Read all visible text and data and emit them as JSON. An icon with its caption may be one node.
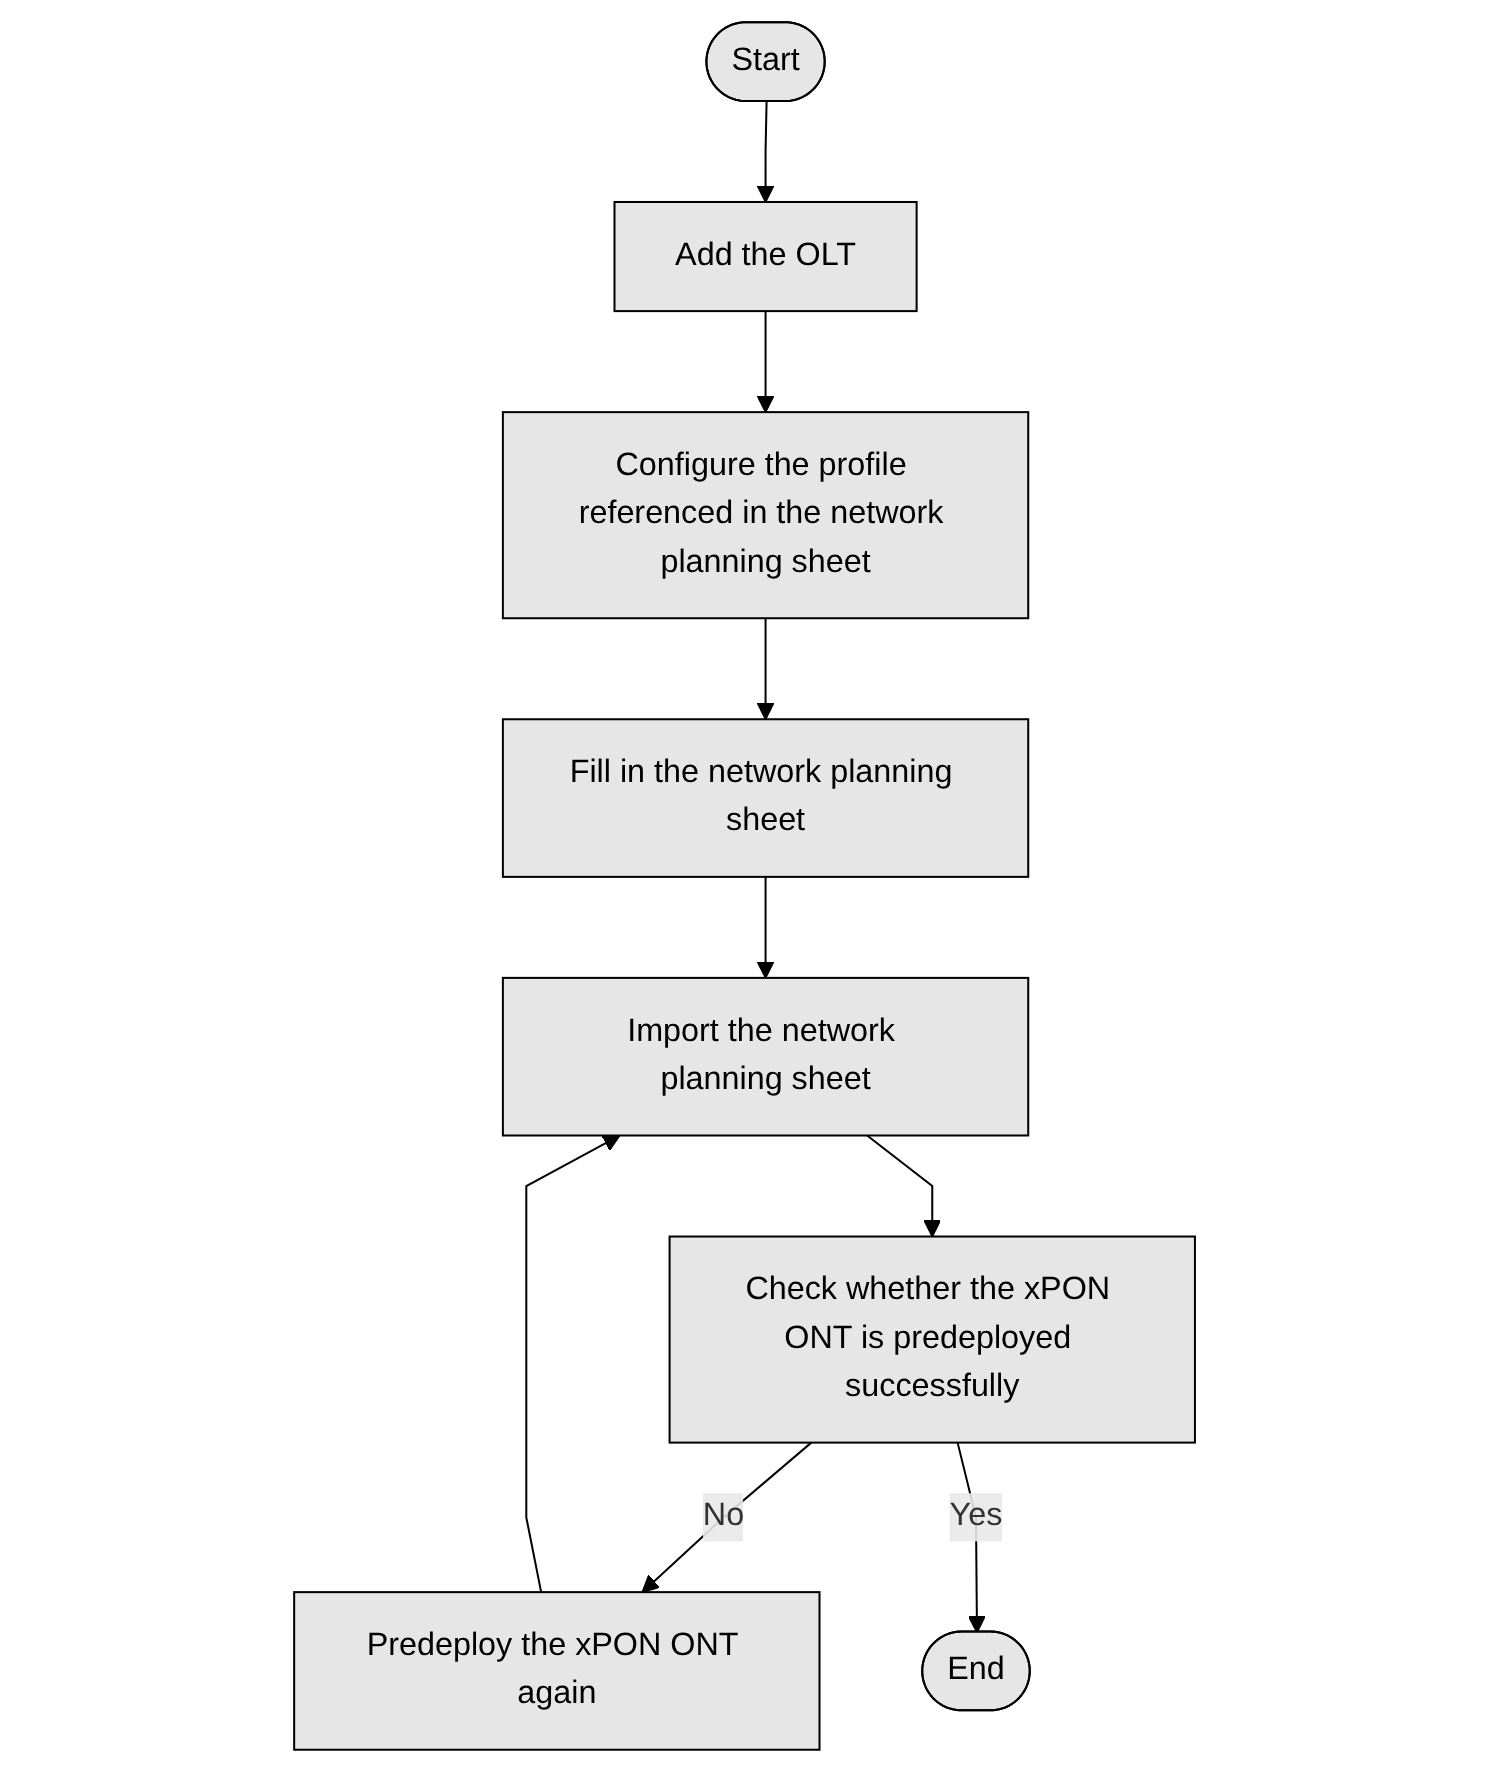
{
  "diagram": {
    "nodes": [
      {
        "text": [
          "Start"
        ]
      },
      {
        "text": [
          "Add the OLT"
        ]
      },
      {
        "text": [
          "Configure the profile referenced in the network planning sheet"
        ]
      },
      {
        "text": [
          "Fill in the network planning sheet"
        ]
      },
      {
        "text": [
          "Import the network planning sheet"
        ]
      },
      {
        "text": [
          "Check whether the xPON ONT is predeployed successfully"
        ]
      },
      {
        "text": [
          "Predeploy the xPON ONT again"
        ]
      },
      {
        "text": [
          "End"
        ]
      }
    ],
    "edges": [
      {
        "from": 0,
        "to": 1,
        "arrow": "to"
      },
      {
        "from": 1,
        "to": 2,
        "arrow": "to"
      },
      {
        "from": 2,
        "to": 3,
        "arrow": "to"
      },
      {
        "from": 3,
        "to": 4,
        "arrow": "to"
      },
      {
        "from": 4,
        "to": 5,
        "arrow": "to"
      },
      {
        "from": 5,
        "to": 6,
        "label": "No",
        "arrow": "to"
      },
      {
        "from": 6,
        "to": 4,
        "arrow": "to"
      },
      {
        "from": 5,
        "to": 7,
        "label": "Yes",
        "arrow": "to"
      }
    ]
  }
}
